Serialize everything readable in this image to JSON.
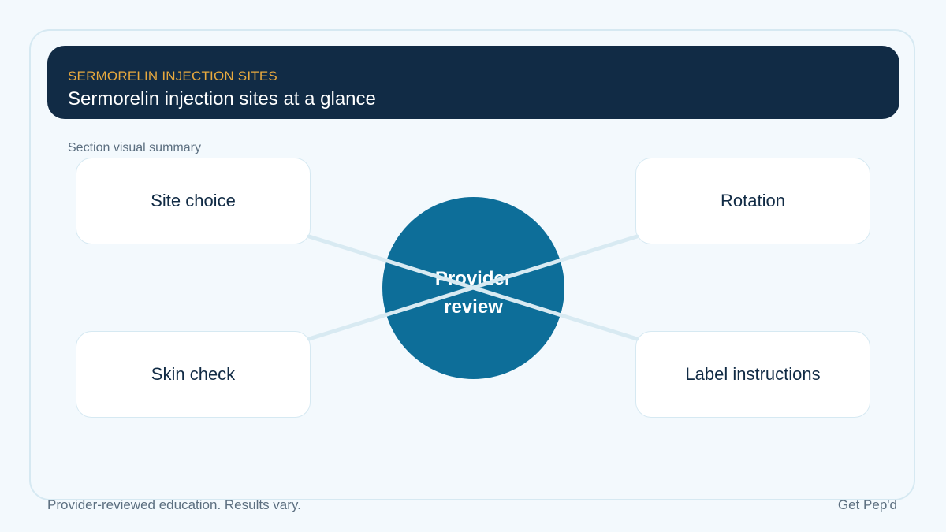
{
  "header": {
    "eyebrow": "SERMORELIN INJECTION SITES",
    "title": "Sermorelin injection sites at a glance"
  },
  "caption": "Section visual summary",
  "diagram": {
    "center": "Provider review",
    "nodes": {
      "top_left": "Site choice",
      "top_right": "Rotation",
      "bottom_left": "Skin check",
      "bottom_right": "Label instructions"
    }
  },
  "footer": {
    "disclaimer": "Provider-reviewed education. Results vary.",
    "brand": "Get Pep'd"
  },
  "colors": {
    "header_bg": "#112b45",
    "eyebrow": "#e8a93e",
    "hub": "#0d6e99",
    "connector": "#d8eaf2",
    "node_border": "#d6e9f2"
  }
}
